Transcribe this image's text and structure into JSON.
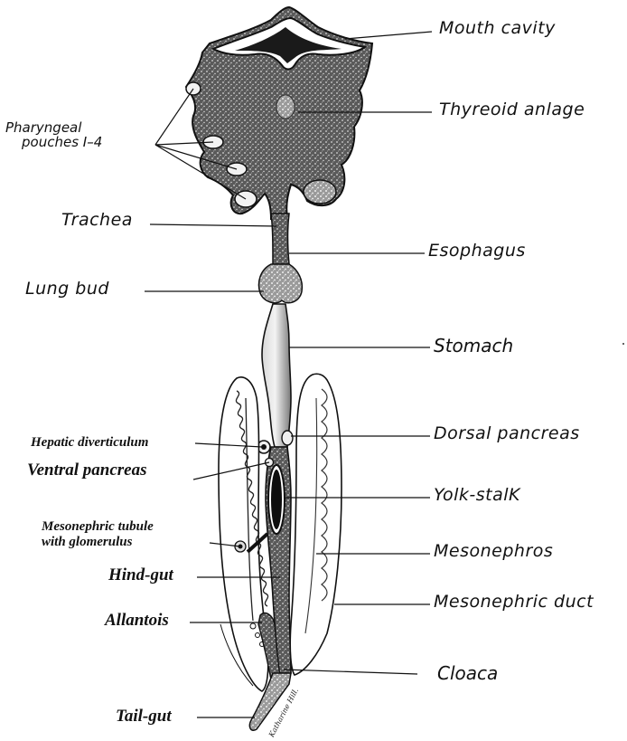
{
  "labels": {
    "mouth_cavity": "Mouth cavity",
    "thyreoid_anlage": "Thyreoid anlage",
    "pharyngeal_line1": "Pharyngeal",
    "pharyngeal_line2": "pouches I–4",
    "trachea": "Trachea",
    "esophagus": "Esophagus",
    "lung_bud": "Lung bud",
    "stomach": "Stomach",
    "hepatic_diverticulum": "Hepatic diverticulum",
    "dorsal_pancreas": "Dorsal pancreas",
    "ventral_pancreas": "Ventral pancreas",
    "yolk_stalk": "Yolk-stalK",
    "mesonephric_tubule_line1": "Mesonephric tubule",
    "mesonephric_tubule_line2": "with glomerulus",
    "mesonephros": "Mesonephros",
    "hind_gut": "Hind-gut",
    "mesonephric_duct": "Mesonephric duct",
    "allantois": "Allantois",
    "cloaca": "Cloaca",
    "tail_gut": "Tail-gut"
  },
  "signature": "Katharine Hill.",
  "colors": {
    "ink": "#111111",
    "stipple_dark": "#2a2a2a",
    "stipple_mid": "#6a6a6a",
    "paper": "#ffffff"
  }
}
